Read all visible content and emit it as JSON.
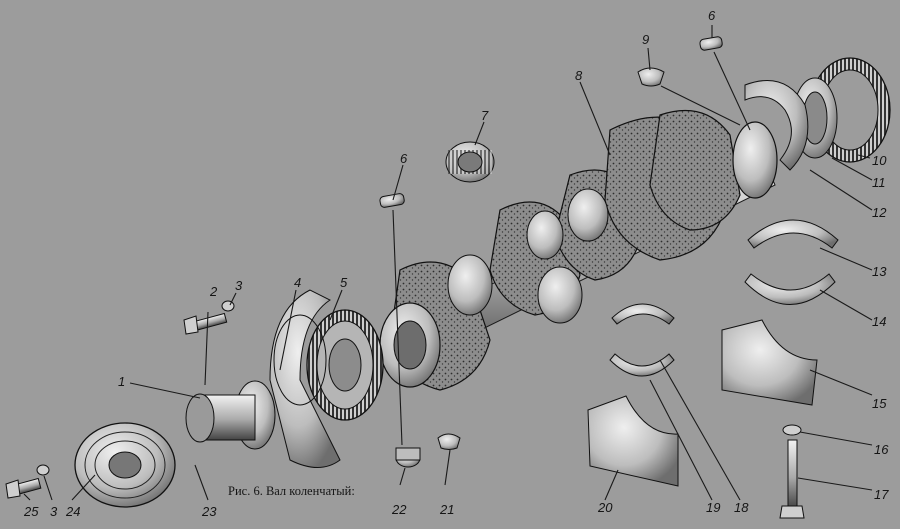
{
  "caption": "Рис. 6. Вал коленчатый:",
  "callouts": [
    "1",
    "2",
    "3",
    "4",
    "5",
    "6",
    "7",
    "8",
    "9",
    "6",
    "10",
    "11",
    "12",
    "13",
    "14",
    "15",
    "16",
    "17",
    "18",
    "19",
    "20",
    "21",
    "22",
    "23",
    "24",
    "3",
    "25"
  ]
}
